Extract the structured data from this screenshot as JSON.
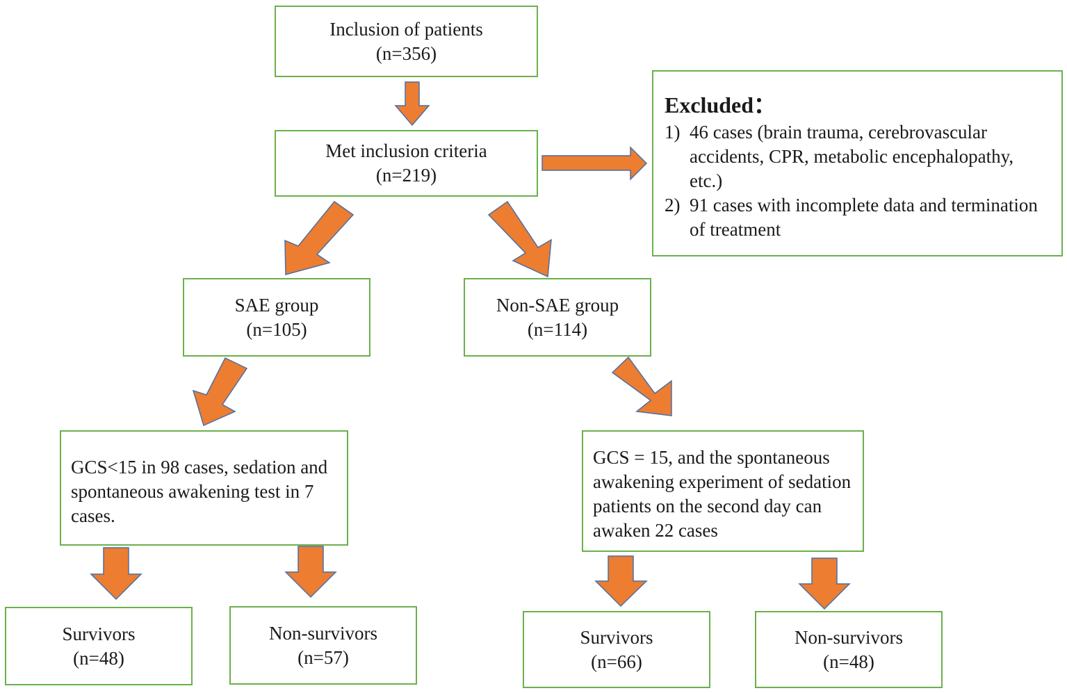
{
  "boxes": {
    "inclusion": {
      "title": "Inclusion of patients",
      "count": "(n=356)"
    },
    "met": {
      "title": "Met inclusion criteria",
      "count": "(n=219)"
    },
    "excluded": {
      "title": "Excluded：",
      "items": [
        {
          "num": "1)",
          "text": "46 cases (brain trauma, cerebrovascular accidents, CPR, metabolic encephalopathy, etc.)"
        },
        {
          "num": "2)",
          "text": "91 cases with incomplete data and termination of treatment"
        }
      ]
    },
    "sae": {
      "title": "SAE group",
      "count": "(n=105)"
    },
    "nonsae": {
      "title": "Non-SAE group",
      "count": "(n=114)"
    },
    "gcs_low": {
      "text": "GCS<15 in 98 cases, sedation and spontaneous awakening test in 7 cases."
    },
    "gcs_15": {
      "text": "GCS = 15, and the spontaneous awakening experiment of sedation patients on the second day can awaken 22 cases"
    },
    "sae_survivors": {
      "title": "Survivors",
      "count": "(n=48)"
    },
    "sae_nonsurvivors": {
      "title": "Non-survivors",
      "count": "(n=57)"
    },
    "nonsae_survivors": {
      "title": "Survivors",
      "count": "(n=66)"
    },
    "nonsae_nonsurvivors": {
      "title": "Non-survivors",
      "count": "(n=48)"
    }
  },
  "colors": {
    "box_border": "#6ab04c",
    "arrow_fill": "#ed7d31",
    "arrow_stroke": "#4a6fa5"
  }
}
